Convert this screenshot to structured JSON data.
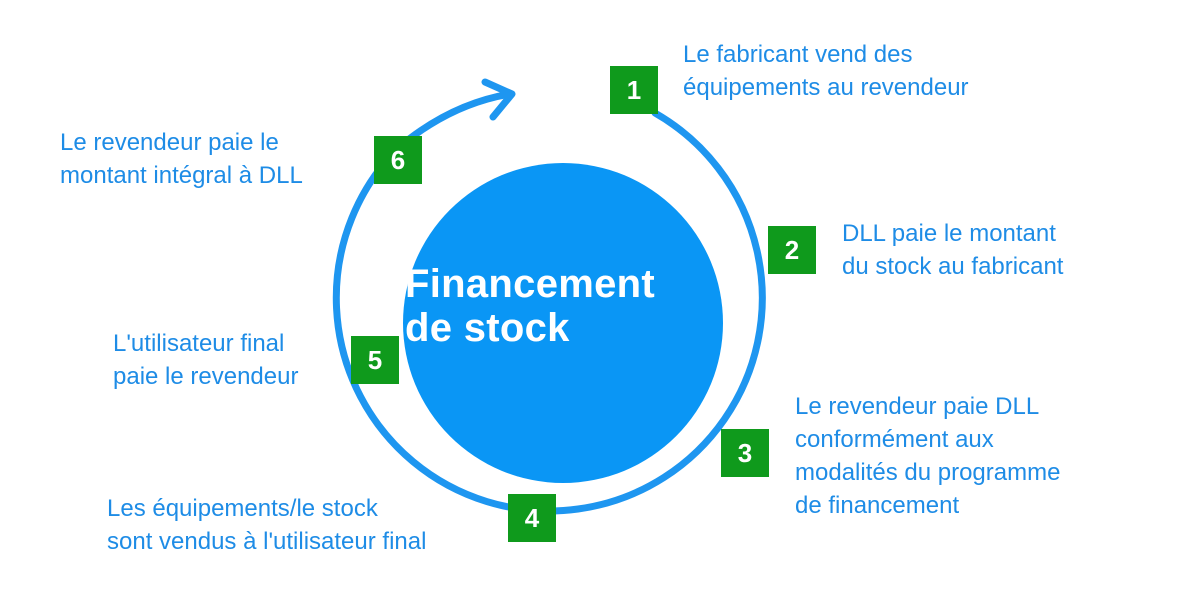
{
  "colors": {
    "ring": "#1e96f0",
    "center_circle": "#0a96f5",
    "badge": "#0f9a1c",
    "text": "#1e8ce6",
    "center_text": "#ffffff"
  },
  "center": {
    "title_line1": "Financement",
    "title_line2": "de stock"
  },
  "steps": [
    {
      "number": "1",
      "line1": "Le fabricant vend des",
      "line2": "équipements au revendeur"
    },
    {
      "number": "2",
      "line1": "DLL paie le montant",
      "line2": "du stock au fabricant"
    },
    {
      "number": "3",
      "line1": "Le revendeur paie DLL",
      "line2": "conformément aux",
      "line3": "modalités du programme",
      "line4": "de financement"
    },
    {
      "number": "4",
      "line1": "Les équipements/le stock",
      "line2": "sont vendus à l'utilisateur final"
    },
    {
      "number": "5",
      "line1": "L'utilisateur final",
      "line2": "paie le revendeur"
    },
    {
      "number": "6",
      "line1": "Le revendeur paie le",
      "line2": "montant intégral à DLL"
    }
  ]
}
